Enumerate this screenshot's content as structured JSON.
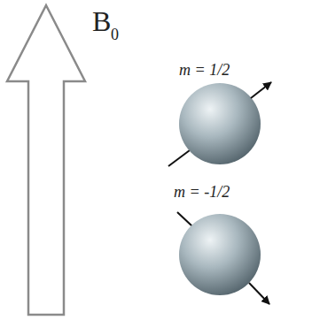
{
  "diagram": {
    "labels": [
      "B",
      "0",
      "m = 1/2",
      "m = -1/2"
    ]
  }
}
